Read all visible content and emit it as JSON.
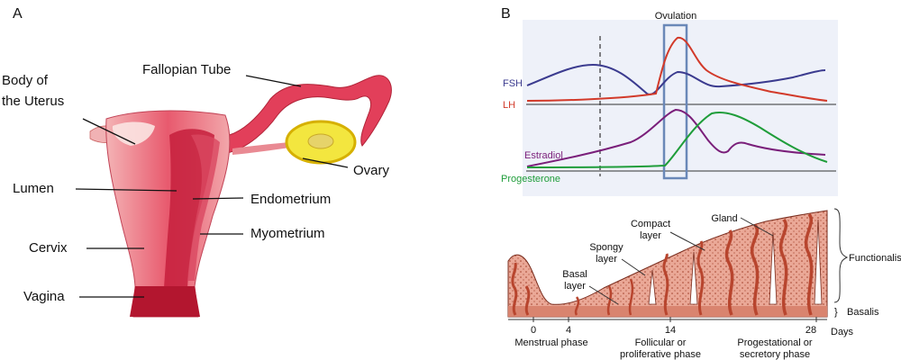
{
  "panel_a": {
    "letter": "A",
    "labels": {
      "body_of_uterus_line1": "Body of",
      "body_of_uterus_line2": "the Uterus",
      "fallopian_tube": "Fallopian Tube",
      "ovary": "Ovary",
      "lumen": "Lumen",
      "endometrium": "Endometrium",
      "myometrium": "Myometrium",
      "cervix": "Cervix",
      "vagina": "Vagina"
    },
    "colors": {
      "tissue": "#e0425a",
      "light_tissue": "#f3b7b6",
      "ovary": "#f0e43a",
      "ovary_rim": "#d9b200"
    }
  },
  "panel_b": {
    "letter": "B",
    "ovulation_label": "Ovulation",
    "hormones": [
      {
        "name": "FSH",
        "color": "#3b3b8f"
      },
      {
        "name": "LH",
        "color": "#d23a2a"
      },
      {
        "name": "Estradiol",
        "color": "#7a1f7a"
      },
      {
        "name": "Progesterone",
        "color": "#1f9d3a"
      }
    ],
    "endometrium": {
      "callouts": {
        "compact_line1": "Compact",
        "compact_line2": "layer",
        "gland": "Gland",
        "spongy_line1": "Spongy",
        "spongy_line2": "layer",
        "basal_line1": "Basal",
        "basal_line2": "layer",
        "functionalis": "Functionalis",
        "basalis": "Basalis",
        "basalis_brace": "}"
      },
      "day_ticks": [
        "0",
        "4",
        "14",
        "28"
      ],
      "days_label": "Days",
      "phases": [
        {
          "line1": "Menstrual phase",
          "line2": ""
        },
        {
          "line1": "Follicular or",
          "line2": "proliferative phase"
        },
        {
          "line1": "Progestational or",
          "line2": "secretory phase"
        }
      ],
      "colors": {
        "tissue": "#e9a596",
        "gland_tissue": "#b8452e",
        "dots": "#9a3a26"
      }
    }
  }
}
